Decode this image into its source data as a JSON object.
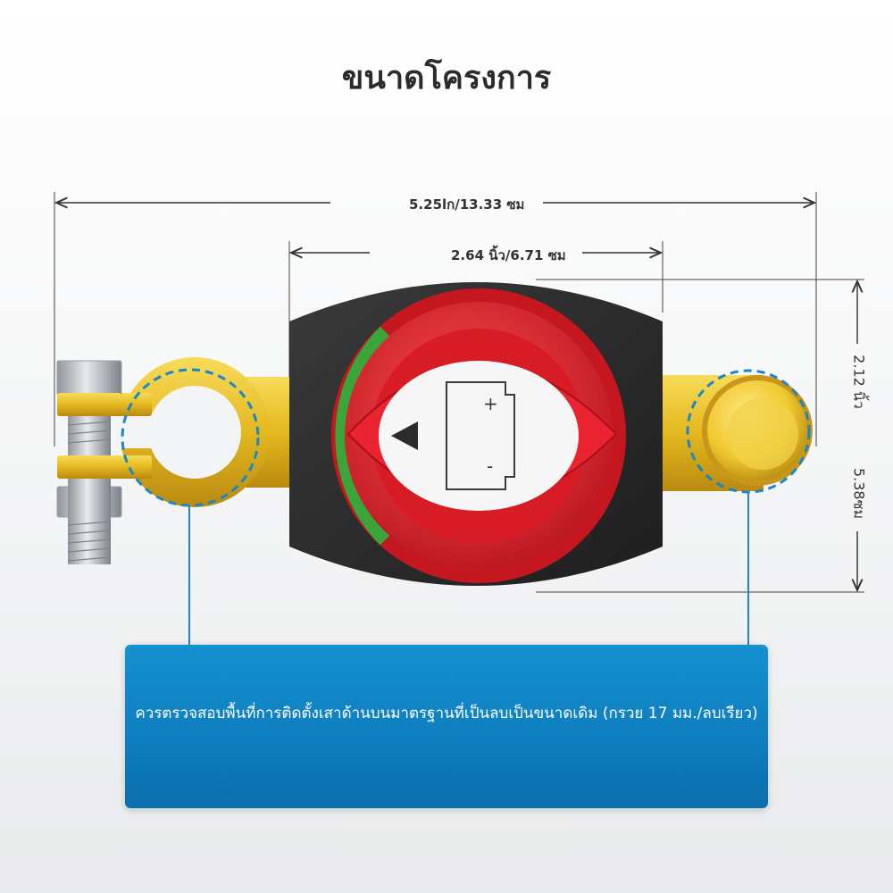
{
  "title": "ขนาดโครงการ",
  "dimensions": {
    "overall_width": "5.25lก/13.33 ซม",
    "body_width": "2.64 นิ้ว/6.71 ซม",
    "height_in": "2.12 นิ้ว",
    "height_cm": "5.38ซม"
  },
  "knob": {
    "plus_symbol": "+",
    "minus_symbol": "-"
  },
  "note": "ควรตรวจสอบพื้นที่การติดตั้งเสาด้านบนมาตรฐานที่เป็นลบเป็นขนาดเดิม (กรวย 17 มม./ลบเรียว)",
  "colors": {
    "accent_blue": "#1388c9",
    "knob_red": "#e01e2b",
    "indicator_green": "#3aa63a",
    "brass": "#e8c12a",
    "housing": "#2e2e2e"
  },
  "icons": [
    "battery-icon",
    "arrow-left-icon",
    "bolt-icon",
    "terminal-clamp-icon",
    "terminal-post-icon"
  ]
}
